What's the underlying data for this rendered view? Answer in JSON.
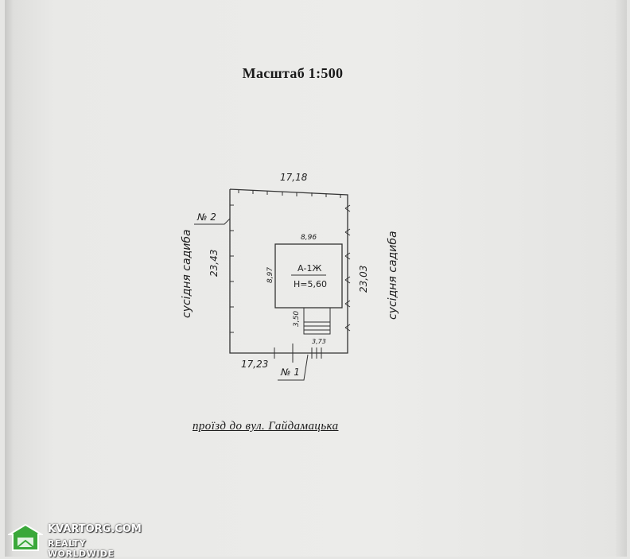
{
  "document": {
    "title": "Масштаб 1:500",
    "street_label": "проїзд до вул. Гайдамацька"
  },
  "plan": {
    "top_side": "17,18",
    "left_side": "23,43",
    "right_side": "23,03",
    "bottom_side": "17,23",
    "bottom_gate": "3,73",
    "point_2": "№ 2",
    "point_1": "№ 1",
    "neighbor_left": "сусідня садиба",
    "neighbor_right": "сусідня садиба",
    "building": {
      "width": "8,96",
      "depth": "8,97",
      "code": "А-1Ж",
      "height": "Н=5,60",
      "porch": "3,50"
    }
  },
  "watermark": {
    "line1": "KVARTORG.COM",
    "line2": "REALTY WORLDWIDE",
    "color": "#3aa83a"
  }
}
